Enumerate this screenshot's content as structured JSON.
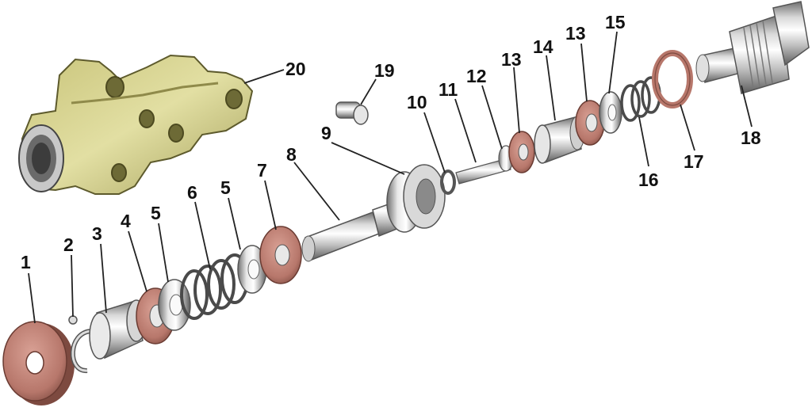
{
  "labels": [
    "1",
    "2",
    "3",
    "4",
    "5",
    "5",
    "6",
    "7",
    "8",
    "9",
    "10",
    "11",
    "12",
    "13",
    "13",
    "14",
    "15",
    "16",
    "17",
    "18",
    "19",
    "20"
  ],
  "colors": {
    "seal": "#b7776b",
    "seal_dark": "#7d4a40",
    "metal_light": "#f4f4f4",
    "metal_mid": "#bdbdbd",
    "metal_dark": "#6e6e6e",
    "body": "#d8d592",
    "body_dark": "#8f8a4a",
    "leader": "#222222",
    "text": "#111111"
  }
}
